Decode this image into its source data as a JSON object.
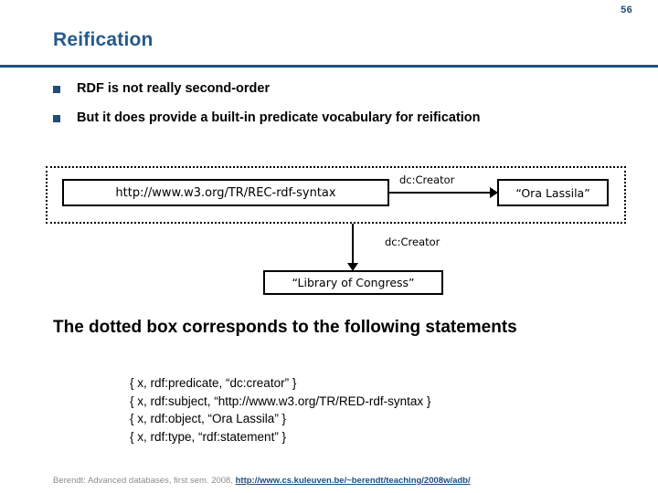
{
  "slide": {
    "number": "56",
    "title": "Reification"
  },
  "bullets": [
    {
      "text": "RDF is not really second-order"
    },
    {
      "text": "But it does provide a built-in predicate vocabulary for reification"
    }
  ],
  "diagram": {
    "subject_node": "http://www.w3.org/TR/REC-rdf-syntax",
    "object_node": "“Ora Lassila”",
    "literal_node": "“Library of Congress”",
    "edge_label_horizontal": "dc:Creator",
    "edge_label_vertical": "dc:Creator"
  },
  "body": {
    "lead": "The dotted box corresponds to the following statements",
    "statements": [
      "{ x, rdf:predicate, “dc:creator” }",
      "{ x, rdf:subject, “http://www.w3.org/TR/RED-rdf-syntax }",
      "{ x, rdf:object, “Ora Lassila” }",
      "{ x, rdf:type, “rdf:statement” }"
    ]
  },
  "footer": {
    "citation": "Berendt: Advanced databases, first sem. 2008, ",
    "link": "http://www.cs.kuleuven.be/~berendt/teaching/2008w/adb/"
  },
  "colors": {
    "title_blue": "#255a8c",
    "rule_blue": "#1f5280",
    "bullet_blue": "#1f4e79",
    "footer_gray": "#8c8c8c"
  }
}
